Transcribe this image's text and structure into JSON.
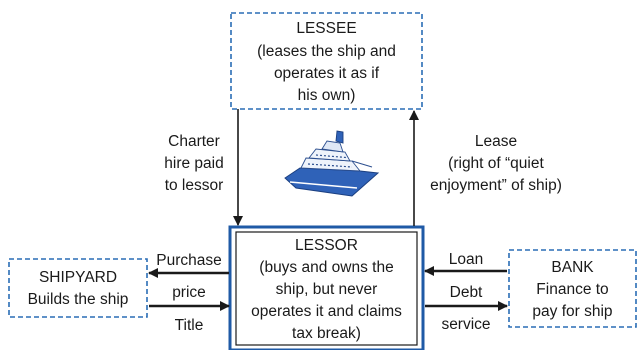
{
  "lessee": {
    "title": "LESSEE",
    "lines": [
      "(leases the ship and",
      "operates it as if",
      "his own)"
    ]
  },
  "lessor": {
    "title": "LESSOR",
    "lines": [
      "(buys and owns the",
      "ship, but never",
      "operates it and claims",
      "tax break)"
    ]
  },
  "shipyard": {
    "lines": [
      "SHIPYARD",
      "Builds the ship"
    ]
  },
  "bank": {
    "lines": [
      "BANK",
      "Finance to",
      "pay for ship"
    ]
  },
  "flows": {
    "charter": [
      "Charter",
      "hire paid",
      "to lessor"
    ],
    "lease": [
      "Lease",
      "(right of “quiet",
      "enjoyment” of ship)"
    ],
    "purchase": [
      "Purchase",
      "price"
    ],
    "title": "Title",
    "loan": "Loan",
    "debt": [
      "Debt",
      "service"
    ]
  },
  "ship_icon": "cruise-ship-icon",
  "colors": {
    "dashed_border": "#2a6db5",
    "lessor_border": "#1f5aa6",
    "arrow": "#1a1a1a",
    "ship_hull": "#2f62b8",
    "ship_deck": "#eef3fb"
  }
}
